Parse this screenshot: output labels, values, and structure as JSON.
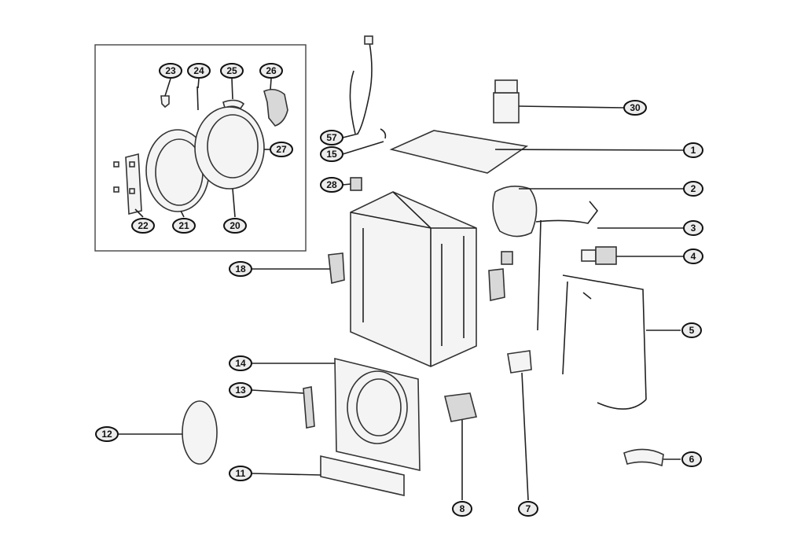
{
  "callouts": {
    "c23": "23",
    "c24": "24",
    "c25": "25",
    "c26": "26",
    "c27": "27",
    "c22": "22",
    "c21": "21",
    "c20": "20",
    "c57": "57",
    "c15": "15",
    "c28": "28",
    "c18": "18",
    "c30": "30",
    "c1": "1",
    "c2": "2",
    "c3": "3",
    "c4": "4",
    "c5": "5",
    "c6": "6",
    "c7": "7",
    "c8": "8",
    "c14": "14",
    "c13": "13",
    "c12": "12",
    "c11": "11"
  },
  "colors": {
    "line": "#222222",
    "fill": "#f4f4f4",
    "oval": "#ececec"
  }
}
